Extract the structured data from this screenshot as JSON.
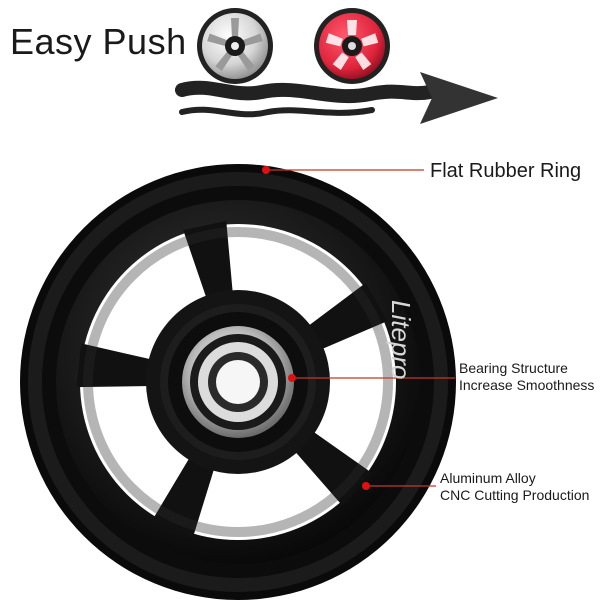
{
  "headline": "Easy Push",
  "brand_mark": "Litepro",
  "callouts": {
    "rubber_ring": "Flat Rubber Ring",
    "bearing": [
      "Bearing Structure",
      "Increase Smoothness"
    ],
    "alloy": [
      "Aluminum Alloy",
      "CNC Cutting Production"
    ]
  },
  "colors": {
    "silver_wheel": "#cfcfcf",
    "red_wheel": "#e0243c",
    "black_wheel": "#111111",
    "callout_dot": "#e01010",
    "callout_line": "#c0392b",
    "wave": "#222222"
  }
}
